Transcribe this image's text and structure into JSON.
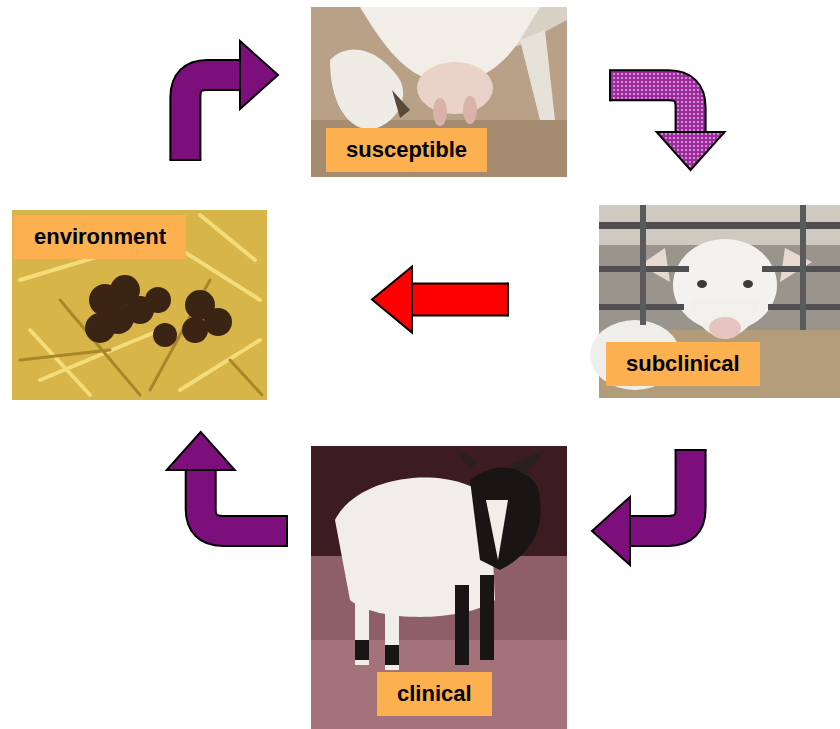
{
  "diagram": {
    "nodes": [
      {
        "text": [
          "susceptible"
        ]
      },
      {
        "text": [
          "environment"
        ]
      },
      {
        "text": [
          "subclinical"
        ]
      },
      {
        "text": [
          "clinical"
        ]
      }
    ],
    "edges": [
      {
        "from": 1,
        "to": 0,
        "arrow": "to"
      },
      {
        "from": 0,
        "to": 2,
        "arrow": "to"
      },
      {
        "from": 2,
        "to": 3,
        "arrow": "to"
      },
      {
        "from": 3,
        "to": 1,
        "arrow": "to"
      },
      {
        "from": 2,
        "to": 1,
        "arrow": "to"
      }
    ]
  }
}
